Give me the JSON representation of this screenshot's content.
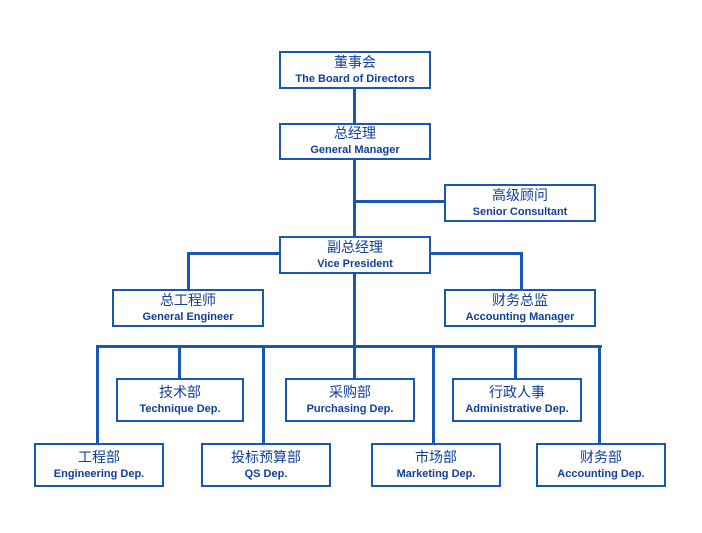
{
  "colors": {
    "line": "#1a56b4",
    "text": "#0f3f9a",
    "background": "#ffffff"
  },
  "nodes": {
    "board": {
      "zh": "董事会",
      "en": "The Board of Directors"
    },
    "gm": {
      "zh": "总经理",
      "en": "General Manager"
    },
    "consultant": {
      "zh": "高级顾问",
      "en": "Senior Consultant"
    },
    "vp": {
      "zh": "副总经理",
      "en": "Vice President"
    },
    "chief_engineer": {
      "zh": "总工程师",
      "en": "General Engineer"
    },
    "accounting_manager": {
      "zh": "财务总监",
      "en": "Accounting Manager"
    },
    "technique": {
      "zh": "技术部",
      "en": "Technique Dep."
    },
    "purchasing": {
      "zh": "采购部",
      "en": "Purchasing Dep."
    },
    "administrative": {
      "zh": "行政人事",
      "en": "Administrative Dep."
    },
    "engineering": {
      "zh": "工程部",
      "en": "Engineering Dep."
    },
    "qs": {
      "zh": "投标预算部",
      "en": "QS Dep."
    },
    "marketing": {
      "zh": "市场部",
      "en": "Marketing Dep."
    },
    "accounting": {
      "zh": "财务部",
      "en": "Accounting Dep."
    }
  }
}
